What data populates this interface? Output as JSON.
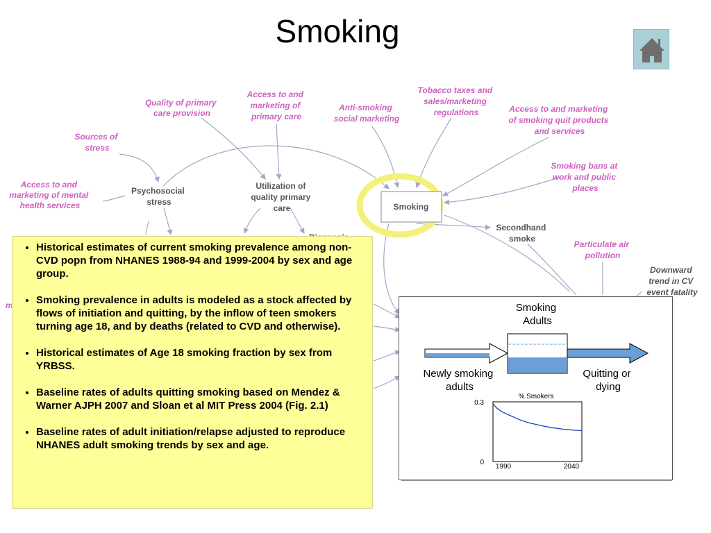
{
  "slide": {
    "title": "Smoking"
  },
  "home_button": {
    "icon": "home-icon"
  },
  "diagram": {
    "highlight_color": "#f2f27a",
    "link_color": "#a0a8c8",
    "factors": {
      "quality_primary_care": [
        "Quality of primary",
        "care provision"
      ],
      "access_primary_care": [
        "Access to and",
        "marketing of",
        "primary care"
      ],
      "anti_smoking": [
        "Anti-smoking",
        "social marketing"
      ],
      "tobacco_taxes": [
        "Tobacco taxes and",
        "sales/marketing",
        "regulations"
      ],
      "quit_products": [
        "Access to and marketing",
        "of smoking quit products",
        "and services"
      ],
      "sources_stress": [
        "Sources of",
        "stress"
      ],
      "smoking_bans": [
        "Smoking bans at",
        "work and public",
        "places"
      ],
      "mental_health": [
        "Access to and",
        "marketing of mental",
        "health services"
      ],
      "particulate": [
        "Particulate air",
        "pollution"
      ],
      "downward_trend": [
        "Downward",
        "trend in CV",
        "event fatality"
      ]
    },
    "nodes": {
      "psychosocial": [
        "Psychosocial",
        "stress"
      ],
      "utilization": [
        "Utilization of",
        "quality primary",
        "care"
      ],
      "smoking": "Smoking",
      "secondhand": [
        "Secondhand",
        "smoke"
      ],
      "diagnosis_partial": "Diagnosis",
      "left_partial": "m"
    }
  },
  "notes": {
    "bullets": [
      "Historical estimates of current smoking prevalence among non-CVD popn from NHANES 1988-94 and 1999-2004 by sex and age group.",
      "Smoking prevalence in adults is modeled as a stock affected by flows of initiation and quitting, by the inflow of teen smokers turning age 18, and by deaths (related to CVD and otherwise).",
      "Historical estimates of Age 18 smoking fraction by sex from YRBSS.",
      "Baseline rates of adults quitting smoking based on Mendez & Warner AJPH 2007 and Sloan et al MIT Press 2004 (Fig. 2.1)",
      "Baseline rates of adult initiation/relapse adjusted to reproduce NHANES adult smoking trends by sex and age."
    ]
  },
  "inset": {
    "stock_label": [
      "Smoking",
      "Adults"
    ],
    "inflow_label": [
      "Newly smoking",
      "adults"
    ],
    "outflow_label": [
      "Quitting or",
      "dying"
    ],
    "arrow_color": "#6a9fd8",
    "chart_data": {
      "type": "line",
      "title": "% Smokers",
      "xlabel": "",
      "ylabel": "",
      "x_ticks": [
        "1990",
        "2040"
      ],
      "y_ticks": [
        "0",
        "0.3"
      ],
      "xlim": [
        1990,
        2040
      ],
      "ylim": [
        0,
        0.3
      ],
      "series": [
        {
          "color": "#2040c0",
          "x": [
            1990,
            1992,
            1995,
            2000,
            2005,
            2010,
            2015,
            2020,
            2025,
            2030,
            2035,
            2040
          ],
          "y": [
            0.29,
            0.27,
            0.25,
            0.23,
            0.21,
            0.195,
            0.185,
            0.175,
            0.168,
            0.162,
            0.158,
            0.155
          ]
        }
      ]
    }
  }
}
